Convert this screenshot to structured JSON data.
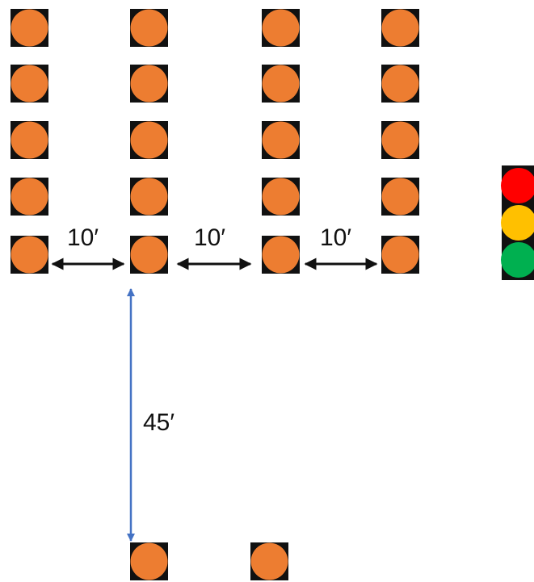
{
  "diagram": {
    "cone_grid": {
      "rows": 5,
      "columns": 4
    },
    "bottom_cones": {
      "count": 2
    },
    "colors": {
      "cone_fill": "#ED7D31",
      "cone_base": "#111111",
      "arrow_horizontal": "#111111",
      "arrow_vertical": "#4472C4",
      "light_housing": "#111111",
      "light_red": "#FF0000",
      "light_yellow": "#FFC000",
      "light_green": "#00B050"
    },
    "spacing_labels": [
      "10′",
      "10′",
      "10′"
    ],
    "distance_label": "45′",
    "traffic_light": {
      "lights": [
        "red",
        "yellow",
        "green"
      ]
    }
  }
}
